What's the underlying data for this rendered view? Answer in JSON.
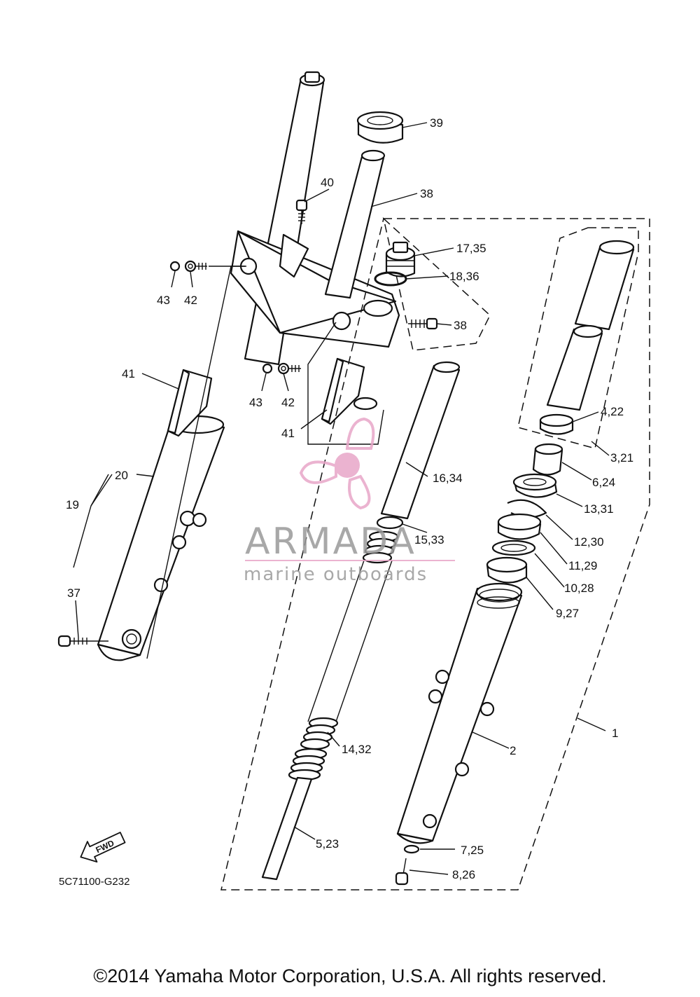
{
  "diagram": {
    "part_labels": {
      "p1": "1",
      "p2": "2",
      "p3_21": "3,21",
      "p4_22": "4,22",
      "p5_23": "5,23",
      "p6_24": "6,24",
      "p7_25": "7,25",
      "p8_26": "8,26",
      "p9_27": "9,27",
      "p10_28": "10,28",
      "p11_29": "11,29",
      "p12_30": "12,30",
      "p13_31": "13,31",
      "p14_32": "14,32",
      "p15_33": "15,33",
      "p16_34": "16,34",
      "p17_35": "17,35",
      "p18_36": "18,36",
      "p19": "19",
      "p20": "20",
      "p37": "37",
      "p38a": "38",
      "p38b": "38",
      "p39": "39",
      "p40": "40",
      "p41a": "41",
      "p41b": "41",
      "p42a": "42",
      "p42b": "42",
      "p43a": "43",
      "p43b": "43"
    },
    "fwd_label": "FWD",
    "drawing_code": "5C71100-G232"
  },
  "watermark": {
    "brand": "ARMADA",
    "tagline": "marine outboards",
    "logo_color": "#e8a6c8",
    "text_color": "#9a9a9a"
  },
  "footer": {
    "copyright": "©2014 Yamaha Motor Corporation, U.S.A. All rights reserved."
  }
}
